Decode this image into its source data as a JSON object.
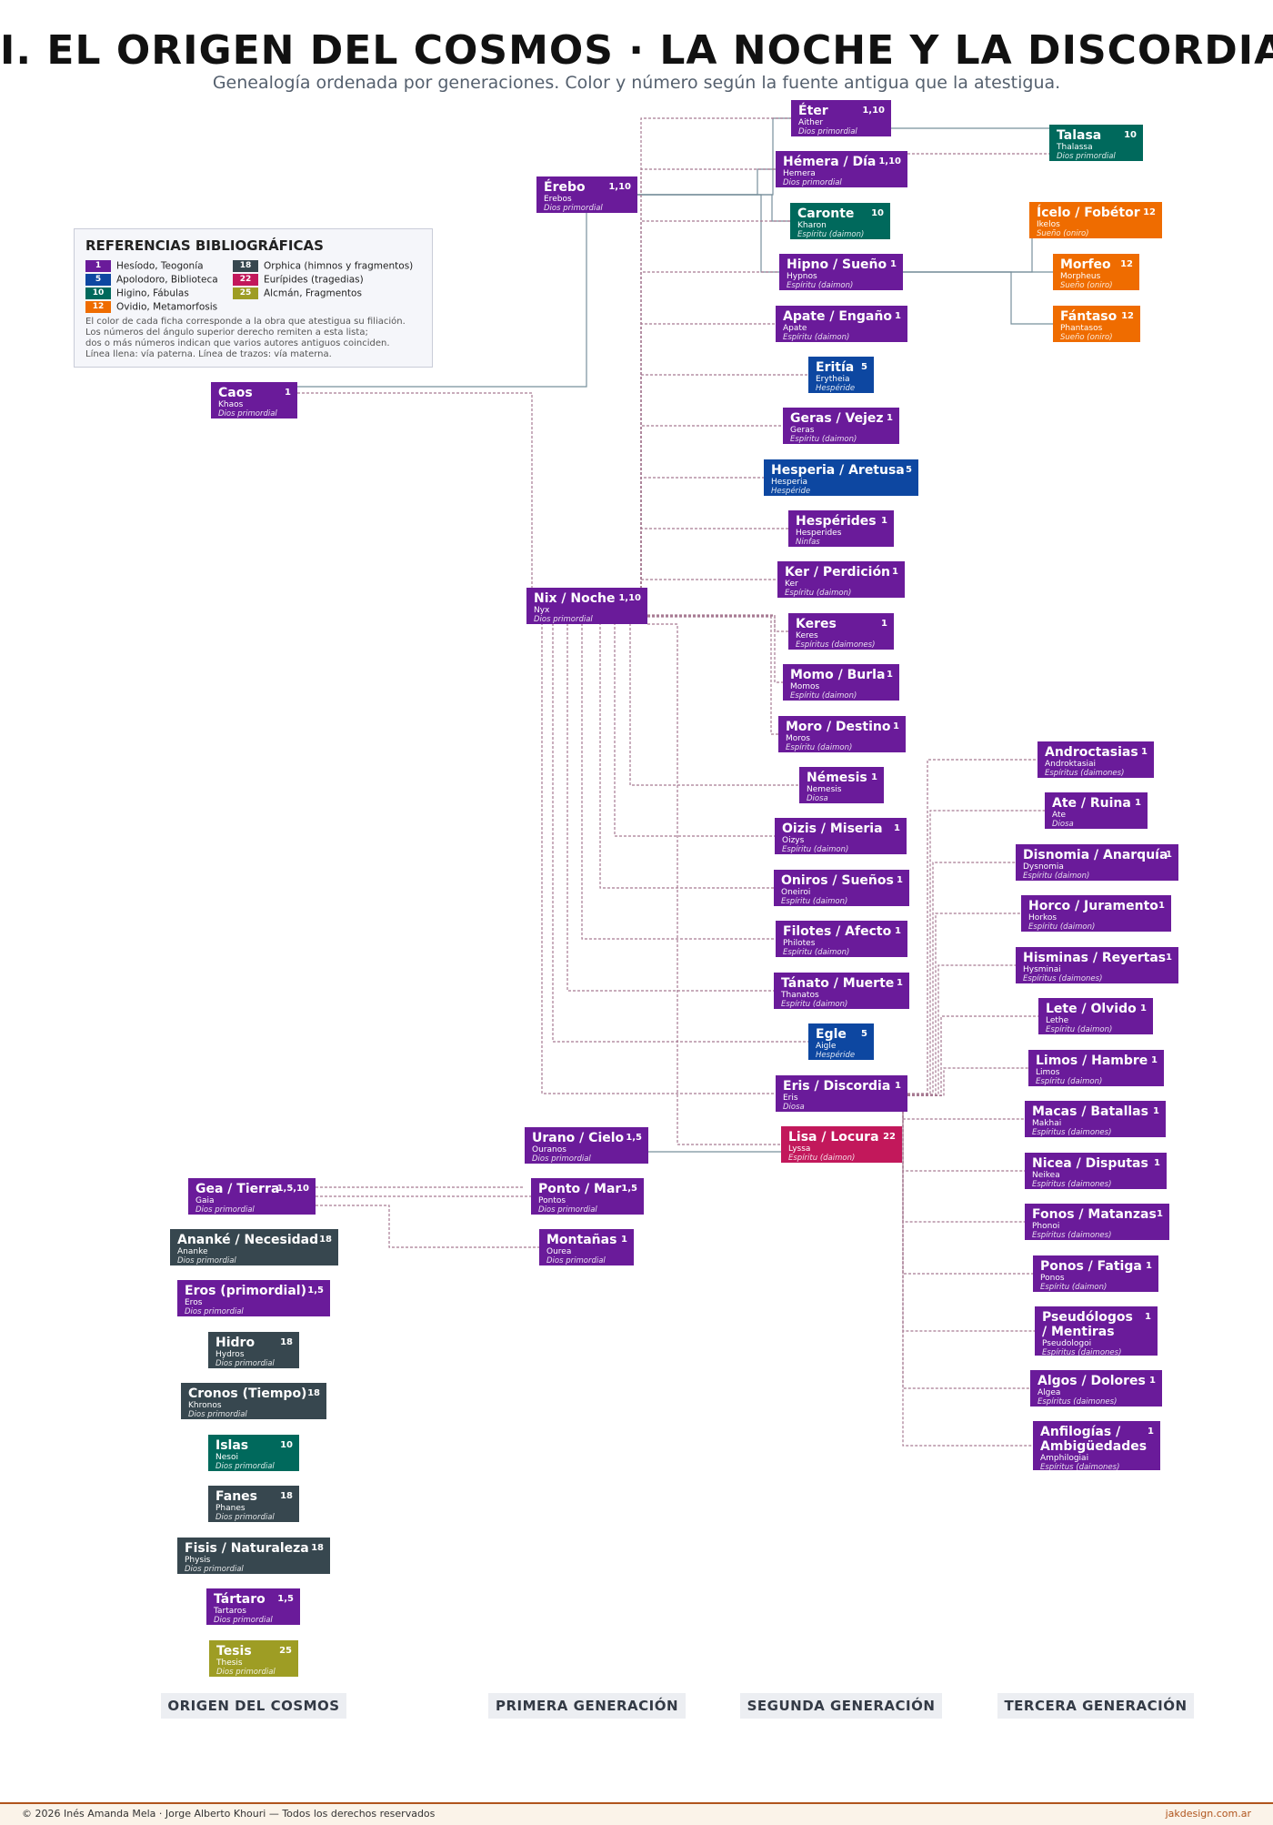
{
  "title": "I. EL ORIGEN DEL COSMOS · LA NOCHE Y LA DISCORDIA",
  "subtitle": "Genealogía ordenada por generaciones. Color y número según la fuente antigua que la atestigua.",
  "colors": {
    "hesiodo": "#6a1b9a",
    "apolodoro": "#0d47a1",
    "higino": "#00695c",
    "ovidio": "#ef6c00",
    "orphica": "#37474f",
    "euripides": "#c2185b",
    "alcman": "#9e9d24",
    "line_paternal": "#78909c",
    "line_maternal": "#a77a92"
  },
  "legend": {
    "title": "REFERENCIAS BIBLIOGRÁFICAS",
    "col1": [
      {
        "num": "1",
        "label": "Hesíodo, Teogonía",
        "color": "#6a1b9a"
      },
      {
        "num": "5",
        "label": "Apolodoro, Biblioteca",
        "color": "#0d47a1"
      },
      {
        "num": "10",
        "label": "Higino, Fábulas",
        "color": "#00695c"
      },
      {
        "num": "12",
        "label": "Ovidio, Metamorfosis",
        "color": "#ef6c00"
      }
    ],
    "col2": [
      {
        "num": "18",
        "label": "Orphica (himnos y fragmentos)",
        "color": "#37474f"
      },
      {
        "num": "22",
        "label": "Eurípides (tragedias)",
        "color": "#c2185b"
      },
      {
        "num": "25",
        "label": "Alcmán, Fragmentos",
        "color": "#9e9d24"
      }
    ],
    "notes": [
      "El color de cada ficha corresponde a la obra que atestigua su filiación.",
      "Los números del ángulo superior derecho remiten a esta lista;",
      "dos o más números indican que varios autores antiguos coinciden.",
      "Línea llena: vía paterna. Línea de trazos: vía materna."
    ]
  },
  "nodes": [
    {
      "name": "Caos",
      "greek": "Khaos",
      "role": "Dios primordial",
      "src": "1",
      "color": "#6a1b9a"
    },
    {
      "name": "Gea / Tierra",
      "greek": "Gaia",
      "role": "Dios primordial",
      "src": "1,5,10",
      "color": "#6a1b9a"
    },
    {
      "name": "Ananké / Necesidad",
      "greek": "Ananke",
      "role": "Dios primordial",
      "src": "18",
      "color": "#37474f"
    },
    {
      "name": "Eros (primordial)",
      "greek": "Eros",
      "role": "Dios primordial",
      "src": "1,5",
      "color": "#6a1b9a"
    },
    {
      "name": "Hidro",
      "greek": "Hydros",
      "role": "Dios primordial",
      "src": "18",
      "color": "#37474f"
    },
    {
      "name": "Cronos (Tiempo)",
      "greek": "Khronos",
      "role": "Dios primordial",
      "src": "18",
      "color": "#37474f"
    },
    {
      "name": "Islas",
      "greek": "Nesoi",
      "role": "Dios primordial",
      "src": "10",
      "color": "#00695c"
    },
    {
      "name": "Fanes",
      "greek": "Phanes",
      "role": "Dios primordial",
      "src": "18",
      "color": "#37474f"
    },
    {
      "name": "Fisis / Naturaleza",
      "greek": "Physis",
      "role": "Dios primordial",
      "src": "18",
      "color": "#37474f"
    },
    {
      "name": "Tártaro",
      "greek": "Tartaros",
      "role": "Dios primordial",
      "src": "1,5",
      "color": "#6a1b9a"
    },
    {
      "name": "Tesis",
      "greek": "Thesis",
      "role": "Dios primordial",
      "src": "25",
      "color": "#9e9d24"
    },
    {
      "name": "Érebo",
      "greek": "Erebos",
      "role": "Dios primordial",
      "src": "1,10",
      "color": "#6a1b9a"
    },
    {
      "name": "Nix / Noche",
      "greek": "Nyx",
      "role": "Dios primordial",
      "src": "1,10",
      "color": "#6a1b9a"
    },
    {
      "name": "Urano / Cielo",
      "greek": "Ouranos",
      "role": "Dios primordial",
      "src": "1,5",
      "color": "#6a1b9a"
    },
    {
      "name": "Ponto / Mar",
      "greek": "Pontos",
      "role": "Dios primordial",
      "src": "1,5",
      "color": "#6a1b9a"
    },
    {
      "name": "Montañas",
      "greek": "Ourea",
      "role": "Dios primordial",
      "src": "1",
      "color": "#6a1b9a"
    },
    {
      "name": "Éter",
      "greek": "Aither",
      "role": "Dios primordial",
      "src": "1,10",
      "color": "#6a1b9a"
    },
    {
      "name": "Hémera / Día",
      "greek": "Hemera",
      "role": "Dios primordial",
      "src": "1,10",
      "color": "#6a1b9a"
    },
    {
      "name": "Caronte",
      "greek": "Kharon",
      "role": "Espíritu (daimon)",
      "src": "10",
      "color": "#00695c"
    },
    {
      "name": "Hipno / Sueño",
      "greek": "Hypnos",
      "role": "Espíritu (daimon)",
      "src": "1",
      "color": "#6a1b9a"
    },
    {
      "name": "Apate / Engaño",
      "greek": "Apate",
      "role": "Espíritu (daimon)",
      "src": "1",
      "color": "#6a1b9a"
    },
    {
      "name": "Eritía",
      "greek": "Erytheia",
      "role": "Hespéride",
      "src": "5",
      "color": "#0d47a1"
    },
    {
      "name": "Geras / Vejez",
      "greek": "Geras",
      "role": "Espíritu (daimon)",
      "src": "1",
      "color": "#6a1b9a"
    },
    {
      "name": "Hesperia / Aretusa",
      "greek": "Hesperia",
      "role": "Hespéride",
      "src": "5",
      "color": "#0d47a1"
    },
    {
      "name": "Hespérides",
      "greek": "Hesperides",
      "role": "Ninfas",
      "src": "1",
      "color": "#6a1b9a"
    },
    {
      "name": "Ker / Perdición",
      "greek": "Ker",
      "role": "Espíritu (daimon)",
      "src": "1",
      "color": "#6a1b9a"
    },
    {
      "name": "Keres",
      "greek": "Keres",
      "role": "Espíritus (daimones)",
      "src": "1",
      "color": "#6a1b9a"
    },
    {
      "name": "Momo / Burla",
      "greek": "Momos",
      "role": "Espíritu (daimon)",
      "src": "1",
      "color": "#6a1b9a"
    },
    {
      "name": "Moro / Destino",
      "greek": "Moros",
      "role": "Espíritu (daimon)",
      "src": "1",
      "color": "#6a1b9a"
    },
    {
      "name": "Némesis",
      "greek": "Nemesis",
      "role": "Diosa",
      "src": "1",
      "color": "#6a1b9a"
    },
    {
      "name": "Oizis / Miseria",
      "greek": "Oizys",
      "role": "Espíritu (daimon)",
      "src": "1",
      "color": "#6a1b9a"
    },
    {
      "name": "Oniros / Sueños",
      "greek": "Oneiroi",
      "role": "Espíritu (daimon)",
      "src": "1",
      "color": "#6a1b9a"
    },
    {
      "name": "Filotes / Afecto",
      "greek": "Philotes",
      "role": "Espíritu (daimon)",
      "src": "1",
      "color": "#6a1b9a"
    },
    {
      "name": "Tánato / Muerte",
      "greek": "Thanatos",
      "role": "Espíritu (daimon)",
      "src": "1",
      "color": "#6a1b9a"
    },
    {
      "name": "Egle",
      "greek": "Aigle",
      "role": "Hespéride",
      "src": "5",
      "color": "#0d47a1"
    },
    {
      "name": "Eris / Discordia",
      "greek": "Eris",
      "role": "Diosa",
      "src": "1",
      "color": "#6a1b9a"
    },
    {
      "name": "Lisa / Locura",
      "greek": "Lyssa",
      "role": "Espíritu (daimon)",
      "src": "22",
      "color": "#c2185b"
    },
    {
      "name": "Talasa",
      "greek": "Thalassa",
      "role": "Dios primordial",
      "src": "10",
      "color": "#00695c"
    },
    {
      "name": "Ícelo / Fobétor",
      "greek": "Ikelos",
      "role": "Sueño (oniro)",
      "src": "12",
      "color": "#ef6c00"
    },
    {
      "name": "Morfeo",
      "greek": "Morpheus",
      "role": "Sueño (oniro)",
      "src": "12",
      "color": "#ef6c00"
    },
    {
      "name": "Fántaso",
      "greek": "Phantasos",
      "role": "Sueño (oniro)",
      "src": "12",
      "color": "#ef6c00"
    },
    {
      "name": "Androctasias",
      "greek": "Androktasiai",
      "role": "Espíritus (daimones)",
      "src": "1",
      "color": "#6a1b9a"
    },
    {
      "name": "Ate / Ruina",
      "greek": "Ate",
      "role": "Diosa",
      "src": "1",
      "color": "#6a1b9a"
    },
    {
      "name": "Disnomia / Anarquía",
      "greek": "Dysnomia",
      "role": "Espíritu (daimon)",
      "src": "1",
      "color": "#6a1b9a"
    },
    {
      "name": "Horco / Juramento",
      "greek": "Horkos",
      "role": "Espíritu (daimon)",
      "src": "1",
      "color": "#6a1b9a"
    },
    {
      "name": "Hisminas / Reyertas",
      "greek": "Hysminai",
      "role": "Espíritus (daimones)",
      "src": "1",
      "color": "#6a1b9a"
    },
    {
      "name": "Lete / Olvido",
      "greek": "Lethe",
      "role": "Espíritu (daimon)",
      "src": "1",
      "color": "#6a1b9a"
    },
    {
      "name": "Limos / Hambre",
      "greek": "Limos",
      "role": "Espíritu (daimon)",
      "src": "1",
      "color": "#6a1b9a"
    },
    {
      "name": "Macas / Batallas",
      "greek": "Makhai",
      "role": "Espíritus (daimones)",
      "src": "1",
      "color": "#6a1b9a"
    },
    {
      "name": "Nicea / Disputas",
      "greek": "Neikea",
      "role": "Espíritus (daimones)",
      "src": "1",
      "color": "#6a1b9a"
    },
    {
      "name": "Fonos / Matanzas",
      "greek": "Phonoi",
      "role": "Espíritus (daimones)",
      "src": "1",
      "color": "#6a1b9a"
    },
    {
      "name": "Ponos / Fatiga",
      "greek": "Ponos",
      "role": "Espíritu (daimon)",
      "src": "1",
      "color": "#6a1b9a"
    },
    {
      "name": "Pseudólogos / Mentiras",
      "greek": "Pseudologoi",
      "role": "Espíritus (daimones)",
      "src": "1",
      "color": "#6a1b9a"
    },
    {
      "name": "Algos / Dolores",
      "greek": "Algea",
      "role": "Espíritus (daimones)",
      "src": "1",
      "color": "#6a1b9a"
    },
    {
      "name": "Anfilogías / Ambigüedades",
      "greek": "Amphilogiai",
      "role": "Espíritus (daimones)",
      "src": "1",
      "color": "#6a1b9a"
    }
  ],
  "columns": [
    "ORIGEN DEL COSMOS",
    "PRIMERA GENERACIÓN",
    "SEGUNDA GENERACIÓN",
    "TERCERA GENERACIÓN"
  ],
  "footer": {
    "left": "© 2026  Inés Amanda Mela  ·  Jorge Alberto Khouri  —  Todos los derechos reservados",
    "right": "jakdesign.com.ar"
  }
}
